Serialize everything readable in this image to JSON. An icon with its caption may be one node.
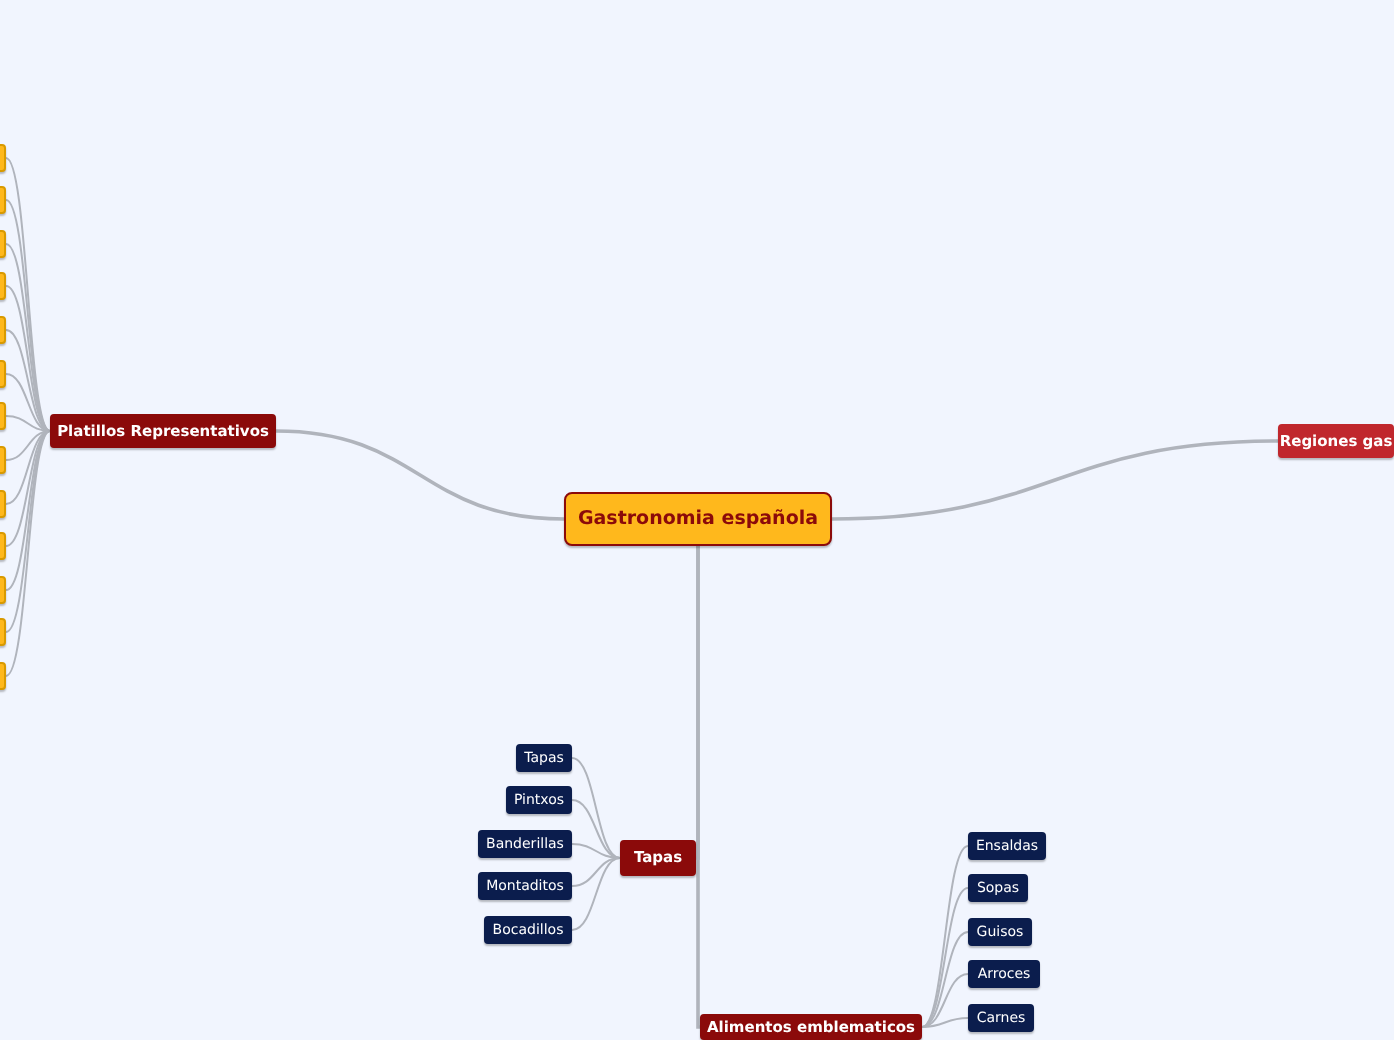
{
  "diagram": {
    "nodes": [
      {
        "text": [
          "Gastronomia española"
        ]
      },
      {
        "text": [
          "Platillos Representativos"
        ]
      },
      {
        "text": [],
        "shape": "box"
      },
      {
        "text": [],
        "shape": "box"
      },
      {
        "text": [],
        "shape": "box"
      },
      {
        "text": [],
        "shape": "box"
      },
      {
        "text": [],
        "shape": "box"
      },
      {
        "text": [],
        "shape": "box"
      },
      {
        "text": [],
        "shape": "box"
      },
      {
        "text": [],
        "shape": "box"
      },
      {
        "text": [],
        "shape": "box"
      },
      {
        "text": [],
        "shape": "box"
      },
      {
        "text": [],
        "shape": "box"
      },
      {
        "text": [],
        "shape": "box"
      },
      {
        "text": [],
        "shape": "box"
      },
      {
        "text": [
          "Regiones gas"
        ]
      },
      {
        "text": [
          "Tapas"
        ]
      },
      {
        "text": [
          "Tapas"
        ]
      },
      {
        "text": [
          "Pintxos"
        ]
      },
      {
        "text": [
          "Banderillas"
        ]
      },
      {
        "text": [
          "Montaditos"
        ]
      },
      {
        "text": [
          "Bocadillos"
        ]
      },
      {
        "text": [
          "Alimentos emblematicos"
        ]
      },
      {
        "text": [
          "Ensaldas"
        ]
      },
      {
        "text": [
          "Sopas"
        ]
      },
      {
        "text": [
          "Guisos"
        ]
      },
      {
        "text": [
          "Arroces"
        ]
      },
      {
        "text": [
          "Carnes"
        ]
      }
    ],
    "edges": [
      {
        "from": 0,
        "to": 1,
        "arrow": "none"
      },
      {
        "from": 1,
        "to": 2,
        "arrow": "none"
      },
      {
        "from": 1,
        "to": 3,
        "arrow": "none"
      },
      {
        "from": 1,
        "to": 4,
        "arrow": "none"
      },
      {
        "from": 1,
        "to": 5,
        "arrow": "none"
      },
      {
        "from": 1,
        "to": 6,
        "arrow": "none"
      },
      {
        "from": 1,
        "to": 7,
        "arrow": "none"
      },
      {
        "from": 1,
        "to": 8,
        "arrow": "none"
      },
      {
        "from": 1,
        "to": 9,
        "arrow": "none"
      },
      {
        "from": 1,
        "to": 10,
        "arrow": "none"
      },
      {
        "from": 1,
        "to": 11,
        "arrow": "none"
      },
      {
        "from": 1,
        "to": 12,
        "arrow": "none"
      },
      {
        "from": 1,
        "to": 13,
        "arrow": "none"
      },
      {
        "from": 1,
        "to": 14,
        "arrow": "none"
      },
      {
        "from": 0,
        "to": 15,
        "arrow": "none"
      },
      {
        "from": 0,
        "to": 16,
        "arrow": "none"
      },
      {
        "from": 16,
        "to": 17,
        "arrow": "none"
      },
      {
        "from": 16,
        "to": 18,
        "arrow": "none"
      },
      {
        "from": 16,
        "to": 19,
        "arrow": "none"
      },
      {
        "from": 16,
        "to": 20,
        "arrow": "none"
      },
      {
        "from": 16,
        "to": 21,
        "arrow": "none"
      },
      {
        "from": 0,
        "to": 22,
        "arrow": "none"
      },
      {
        "from": 22,
        "to": 23,
        "arrow": "none"
      },
      {
        "from": 22,
        "to": 24,
        "arrow": "none"
      },
      {
        "from": 22,
        "to": 25,
        "arrow": "none"
      },
      {
        "from": 22,
        "to": 26,
        "arrow": "none"
      },
      {
        "from": 22,
        "to": 27,
        "arrow": "none"
      }
    ]
  }
}
